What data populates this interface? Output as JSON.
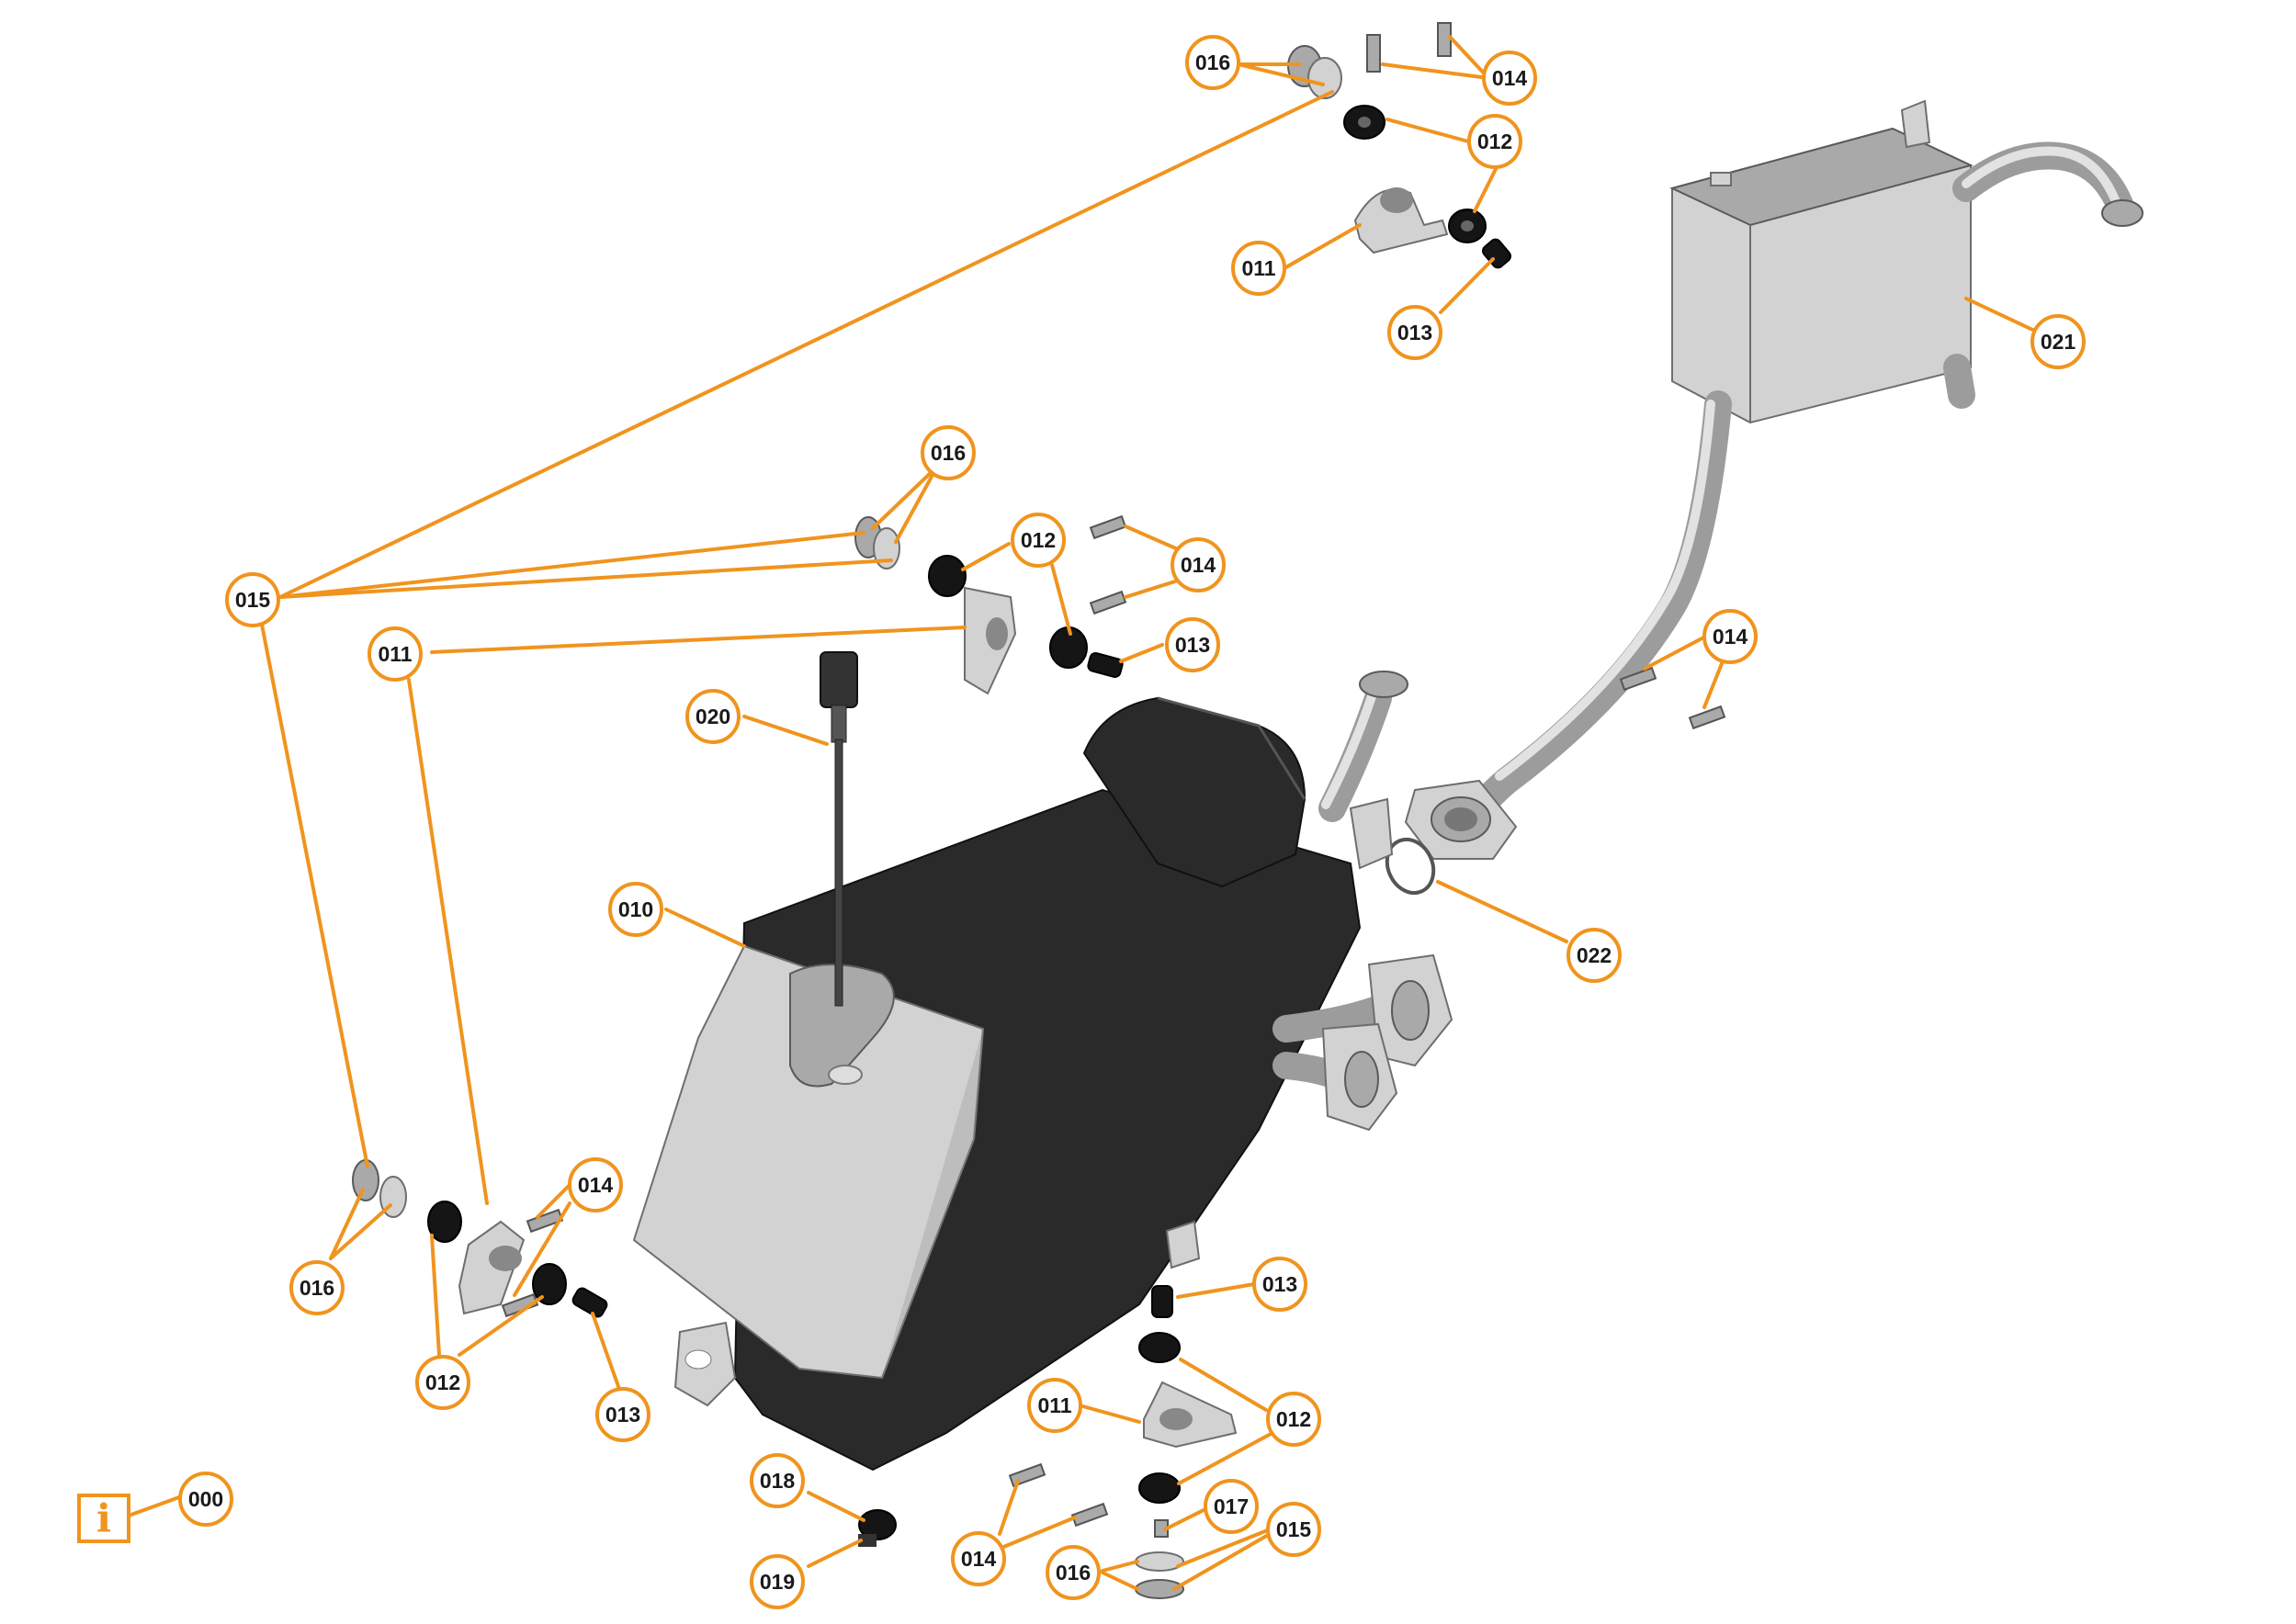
{
  "accent_color": "#F0941E",
  "info": {
    "icon": "info-icon",
    "glyph": "i",
    "label": "000"
  },
  "callouts": [
    {
      "label": "016"
    },
    {
      "label": "014"
    },
    {
      "label": "012"
    },
    {
      "label": "011"
    },
    {
      "label": "013"
    },
    {
      "label": "021"
    },
    {
      "label": "016"
    },
    {
      "label": "015"
    },
    {
      "label": "012"
    },
    {
      "label": "014"
    },
    {
      "label": "011"
    },
    {
      "label": "013"
    },
    {
      "label": "020"
    },
    {
      "label": "014"
    },
    {
      "label": "010"
    },
    {
      "label": "022"
    },
    {
      "label": "014"
    },
    {
      "label": "016"
    },
    {
      "label": "012"
    },
    {
      "label": "013"
    },
    {
      "label": "013"
    },
    {
      "label": "011"
    },
    {
      "label": "012"
    },
    {
      "label": "018"
    },
    {
      "label": "017"
    },
    {
      "label": "015"
    },
    {
      "label": "019"
    },
    {
      "label": "014"
    },
    {
      "label": "016"
    }
  ],
  "parts": [
    {
      "name": "oil-tank",
      "icon": "oil-tank-icon"
    },
    {
      "name": "oil-cooler",
      "icon": "oil-cooler-icon"
    },
    {
      "name": "oil-level-sensor",
      "icon": "sensor-icon"
    },
    {
      "name": "mounting-bracket",
      "icon": "bracket-icon"
    },
    {
      "name": "rubber-grommet",
      "icon": "grommet-icon"
    },
    {
      "name": "spacer-bushing",
      "icon": "bushing-icon"
    },
    {
      "name": "bolt",
      "icon": "bolt-icon"
    },
    {
      "name": "washer",
      "icon": "washer-icon"
    },
    {
      "name": "drain-plug",
      "icon": "drain-plug-icon"
    },
    {
      "name": "o-ring",
      "icon": "o-ring-icon"
    }
  ]
}
